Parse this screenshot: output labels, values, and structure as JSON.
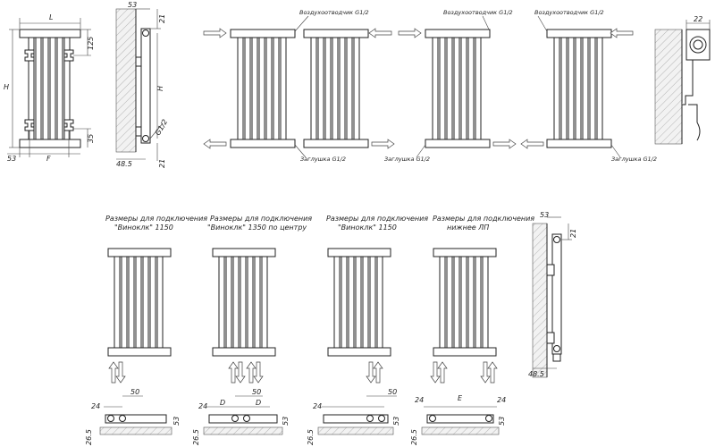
{
  "front_view": {
    "dim_width": "L",
    "dim_height": "H",
    "dim_top": "125",
    "dim_bottom": "35",
    "dim_offset": "53",
    "dim_center": "F"
  },
  "side_view": {
    "dim_top": "53",
    "dim_right_top": "21",
    "dim_mid": "H",
    "dim_thread": "G1/2",
    "dim_bottom_left": "48.5",
    "dim_bottom_right": "21"
  },
  "connection_labels": {
    "air_vent_1": "Воздухоотводчик G1/2",
    "air_vent_2": "Воздухоотводчик G1/2",
    "air_vent_3": "Воздухоотводчик G1/2",
    "plug_1": "Заглушка G1/2",
    "plug_2": "Заглушка G1/2",
    "plug_3": "Заглушка G1/2"
  },
  "detail_view": {
    "dim": "22"
  },
  "variants": [
    {
      "caption_1": "Размеры для подключения",
      "caption_2": "\"Виноклк\" 1150"
    },
    {
      "caption_1": "Размеры для подключения",
      "caption_2": "\"Виноклк\" 1350 по центру"
    },
    {
      "caption_1": "Размеры для подключения",
      "caption_2": "\"Виноклк\" 1150"
    },
    {
      "caption_1": "Размеры для подключения",
      "caption_2": "нижнее ЛП"
    }
  ],
  "side_view_2": {
    "dim_top": "53",
    "dim_right": "21",
    "dim_bottom": "48.5"
  },
  "bottom_dims": [
    {
      "left": "24",
      "mid": "50",
      "right": "53",
      "height": "26.5"
    },
    {
      "left": "24",
      "a": "D",
      "b": "50",
      "c": "D",
      "right": "53",
      "height": "26.5"
    },
    {
      "left": "24",
      "mid": "50",
      "right": "53",
      "height": "26.5"
    },
    {
      "left": "24",
      "mid": "E",
      "right": "24",
      "side": "53",
      "height": "26.5"
    }
  ]
}
